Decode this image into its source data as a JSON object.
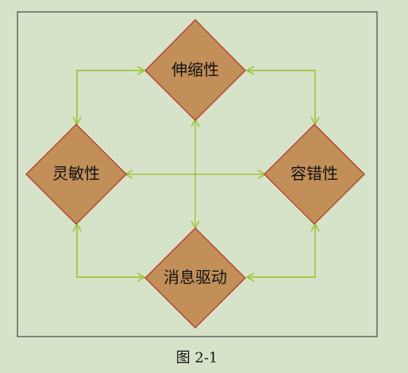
{
  "diagram": {
    "nodes": {
      "scalability": "伸缩性",
      "responsiveness": "灵敏性",
      "resilience": "容错性",
      "message_driven": "消息驱动"
    },
    "caption": "图 2-1"
  },
  "colors": {
    "background": "#d7e3c9",
    "frame": "#2a2a2a",
    "diamond_fill": "#c28f59",
    "diamond_stroke": "#b03a2e",
    "arrow": "#9cc43b"
  }
}
